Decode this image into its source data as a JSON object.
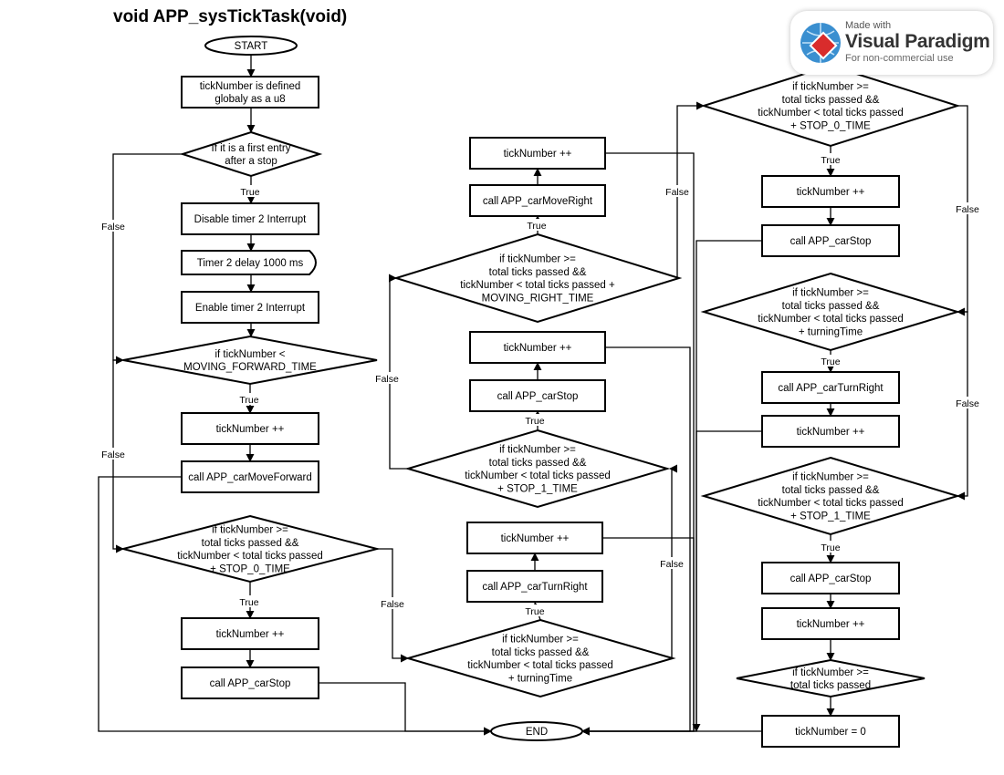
{
  "title": "void APP_sysTickTask(void)",
  "watermark": {
    "made_with": "Made with",
    "brand": "Visual Paradigm",
    "note": "For non-commercial use"
  },
  "nodes": [
    {
      "id": "start",
      "label": "START"
    },
    {
      "id": "c1_define",
      "label": "tickNumber is defined\nglobaly as a u8"
    },
    {
      "id": "c1_first_entry",
      "label": "If it is a first entry\nafter a stop"
    },
    {
      "id": "c1_disable_timer",
      "label": "Disable timer 2 Interrupt"
    },
    {
      "id": "c1_delay",
      "label": "Timer 2 delay 1000 ms"
    },
    {
      "id": "c1_enable_timer",
      "label": "Enable timer 2 Interrupt"
    },
    {
      "id": "c1_if_forward",
      "label": "if tickNumber <\nMOVING_FORWARD_TIME"
    },
    {
      "id": "c1_tick_inc_1",
      "label": "tickNumber ++"
    },
    {
      "id": "c1_move_forward",
      "label": "call APP_carMoveForward"
    },
    {
      "id": "c1_if_stop0",
      "label": "if tickNumber >=\ntotal ticks passed &&\ntickNumber < total ticks passed\n+ STOP_0_TIME"
    },
    {
      "id": "c1_tick_inc_2",
      "label": "tickNumber ++"
    },
    {
      "id": "c1_car_stop",
      "label": "call APP_carStop"
    },
    {
      "id": "end",
      "label": "END"
    },
    {
      "id": "c2_tick_inc_right",
      "label": "tickNumber ++"
    },
    {
      "id": "c2_move_right",
      "label": "call APP_carMoveRight"
    },
    {
      "id": "c2_if_right",
      "label": "if tickNumber >=\ntotal ticks passed &&\ntickNumber < total ticks passed +\nMOVING_RIGHT_TIME"
    },
    {
      "id": "c2_tick_inc_stop",
      "label": "tickNumber ++"
    },
    {
      "id": "c2_car_stop",
      "label": "call APP_carStop"
    },
    {
      "id": "c2_if_stop1",
      "label": "if tickNumber >=\ntotal ticks passed &&\ntickNumber < total ticks passed\n+ STOP_1_TIME"
    },
    {
      "id": "c2_tick_inc_turn",
      "label": "tickNumber ++"
    },
    {
      "id": "c2_turn_right",
      "label": "call APP_carTurnRight"
    },
    {
      "id": "c2_if_turn",
      "label": "if tickNumber >=\ntotal ticks passed &&\ntickNumber < total ticks passed\n+ turningTime"
    },
    {
      "id": "c3_if_stop0",
      "label": "if tickNumber >=\ntotal ticks passed &&\ntickNumber < total ticks passed\n+ STOP_0_TIME"
    },
    {
      "id": "c3_tick_inc_1",
      "label": "tickNumber ++"
    },
    {
      "id": "c3_car_stop_1",
      "label": "call APP_carStop"
    },
    {
      "id": "c3_if_turn",
      "label": "if tickNumber >=\ntotal ticks passed &&\ntickNumber < total ticks passed\n+ turningTime"
    },
    {
      "id": "c3_turn_right",
      "label": "call APP_carTurnRight"
    },
    {
      "id": "c3_tick_inc_2",
      "label": "tickNumber ++"
    },
    {
      "id": "c3_if_stop1",
      "label": "if tickNumber >=\ntotal ticks passed &&\ntickNumber < total ticks passed\n+ STOP_1_TIME"
    },
    {
      "id": "c3_car_stop_2",
      "label": "call APP_carStop"
    },
    {
      "id": "c3_tick_inc_3",
      "label": "tickNumber ++"
    },
    {
      "id": "c3_if_total",
      "label": "if tickNumber >=\ntotal ticks passed"
    },
    {
      "id": "c3_reset",
      "label": "tickNumber = 0"
    }
  ],
  "edge_labels": {
    "true": "True",
    "false": "False"
  }
}
